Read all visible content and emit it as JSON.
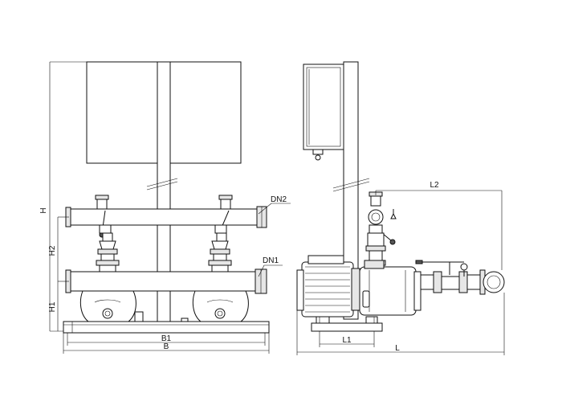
{
  "labels": {
    "H": "H",
    "H2": "H2",
    "H1": "H1",
    "DN2": "DN2",
    "DN1": "DN1",
    "B1": "B1",
    "B": "B",
    "L2": "L2",
    "L1": "L1",
    "L": "L"
  }
}
